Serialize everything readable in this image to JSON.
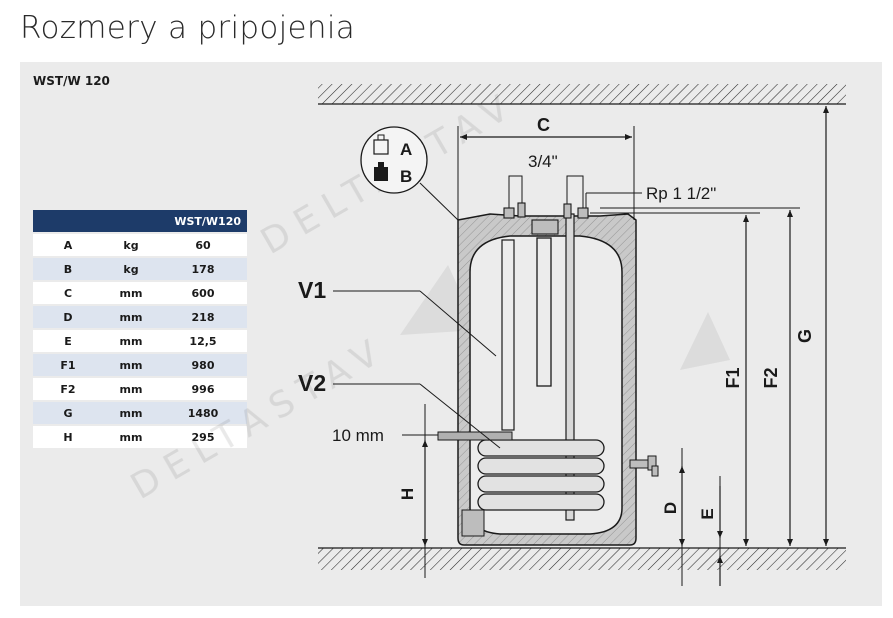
{
  "page": {
    "title": "Rozmery a pripojenia"
  },
  "model_label": "WST/W 120",
  "spec_table": {
    "header": [
      "",
      "",
      "WST/W120"
    ],
    "rows": [
      [
        "A",
        "kg",
        "60"
      ],
      [
        "B",
        "kg",
        "178"
      ],
      [
        "C",
        "mm",
        "600"
      ],
      [
        "D",
        "mm",
        "218"
      ],
      [
        "E",
        "mm",
        "12,5"
      ],
      [
        "F1",
        "mm",
        "980"
      ],
      [
        "F2",
        "mm",
        "996"
      ],
      [
        "G",
        "mm",
        "1480"
      ],
      [
        "H",
        "mm",
        "295"
      ]
    ]
  },
  "diagram": {
    "label_c": "C",
    "label_34": "3/4\"",
    "label_rp": "Rp 1 1/2\"",
    "label_v1": "V1",
    "label_v2": "V2",
    "label_10mm": "10 mm",
    "label_a": "A",
    "label_b": "B",
    "label_g": "G",
    "label_f1": "F1",
    "label_f2": "F2",
    "label_h": "H",
    "label_d": "D",
    "label_e": "E",
    "watermark": "DELTASTAV"
  },
  "colors": {
    "header_blue": "#1d3b69",
    "row_alt": "#dde4ef",
    "panel_bg": "#ebebeb",
    "insulation": "#c9c9c9"
  }
}
